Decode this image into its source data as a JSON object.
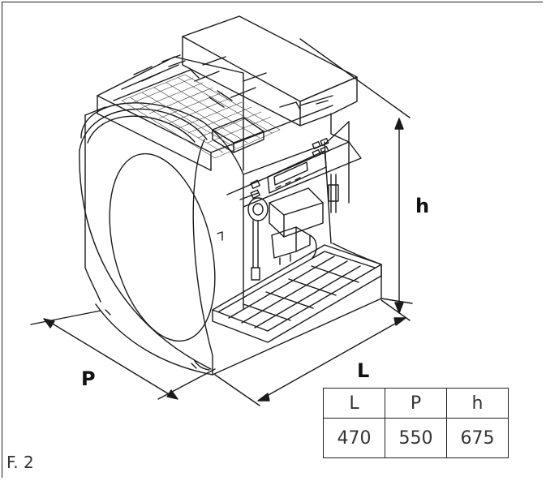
{
  "figure_label": "F. 2",
  "dimension_labels": {
    "width": "L",
    "depth": "P",
    "height": "h"
  },
  "dimensions_table": {
    "headers": [
      "L",
      "P",
      "h"
    ],
    "values": [
      "470",
      "550",
      "675"
    ]
  }
}
